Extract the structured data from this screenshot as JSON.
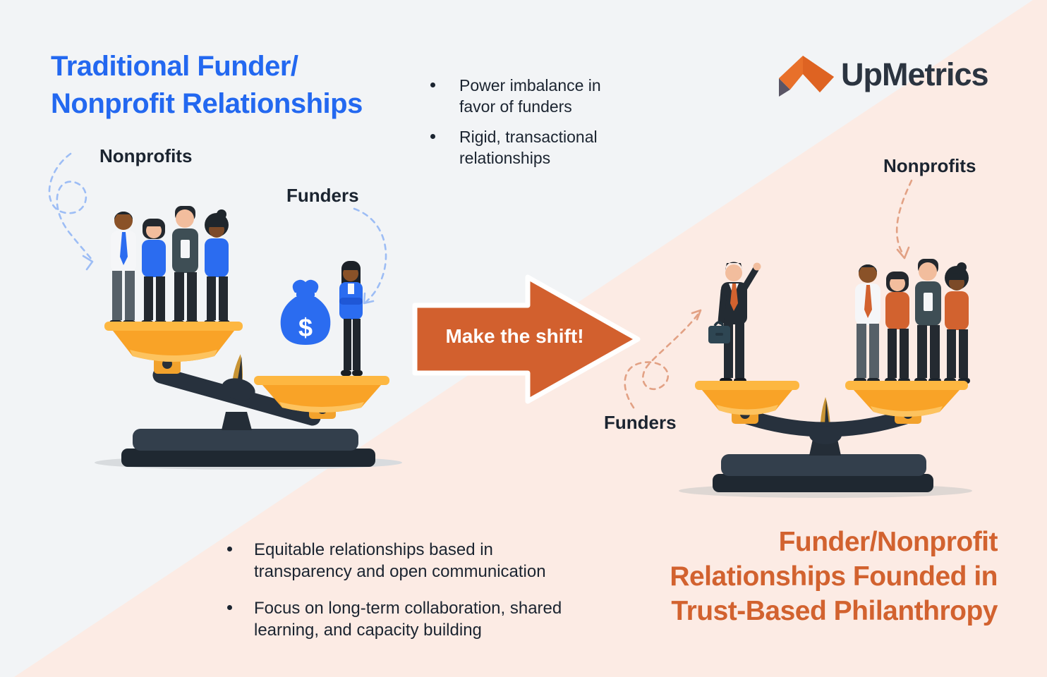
{
  "background": {
    "top_left_color": "#f2f4f6",
    "bottom_right_color": "#fcebe4"
  },
  "logo": {
    "text": "UpMetrics"
  },
  "traditional": {
    "title_line1": "Traditional Funder/",
    "title_line2": "Nonprofit Relationships",
    "title_color": "#2368f0",
    "bullets": [
      "Power imbalance in favor of funders",
      "Rigid, transactional relationships"
    ],
    "label_nonprofits": "Nonprofits",
    "label_funders": "Funders"
  },
  "cta": {
    "label": "Make the shift!",
    "arrow_color": "#d2602e"
  },
  "trust_based": {
    "title_line1": "Funder/Nonprofit",
    "title_line2": "Relationships Founded in",
    "title_line3": "Trust-Based Philanthropy",
    "title_color": "#d2622f",
    "bullets": [
      "Equitable relationships based in transparency and open communication",
      "Focus on long-term collaboration, shared learning, and capacity building"
    ],
    "label_nonprofits": "Nonprofits",
    "label_funders": "Funders"
  },
  "colors": {
    "accent_blue": "#2368f0",
    "accent_orange": "#d2602e",
    "text_dark": "#1b2430",
    "money_bag_blue": "#2b6cf0",
    "scale_gold": "#f9a327",
    "scale_dark": "#27313d"
  }
}
